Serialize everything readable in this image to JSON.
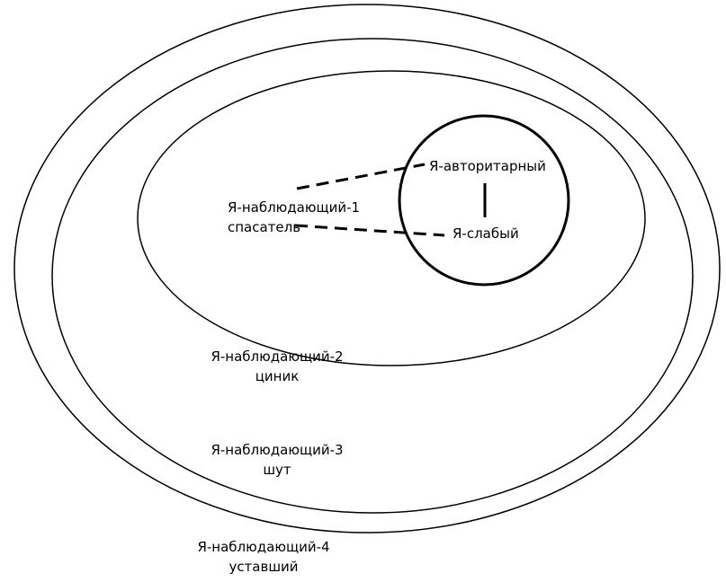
{
  "labels": {
    "authoritarian": "Я-авторитарный",
    "weak": "Я-слабый",
    "observer1": {
      "line1": "Я-наблюдающий-1",
      "line2": "спасатель"
    },
    "observer2": {
      "line1": "Я-наблюдающий-2",
      "line2": "циник"
    },
    "observer3": {
      "line1": "Я-наблюдающий-3",
      "line2": "шут"
    },
    "observer4": {
      "line1": "Я-наблюдающий-4",
      "line2": "уставший"
    }
  },
  "colors": {
    "line": "#000000",
    "background": "#ffffff"
  }
}
